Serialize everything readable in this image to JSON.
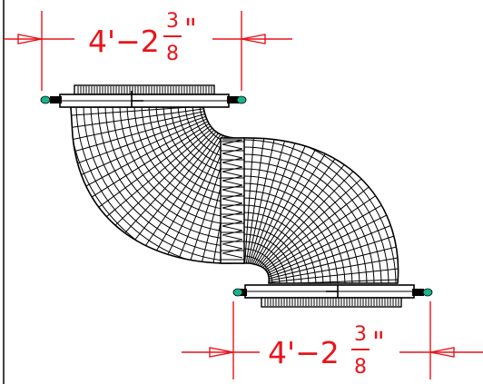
{
  "colors": {
    "dimension": "#e8141b",
    "linework": "#000000",
    "bolt_end": "#19b38e",
    "background": "#ffffff"
  },
  "dimension_top": {
    "feet": "4'−2",
    "frac_num": "3",
    "frac_den": "8",
    "inch_mark": "\""
  },
  "dimension_bottom": {
    "feet": "4'−2",
    "frac_num": "3",
    "frac_den": "8",
    "inch_mark": "\""
  }
}
